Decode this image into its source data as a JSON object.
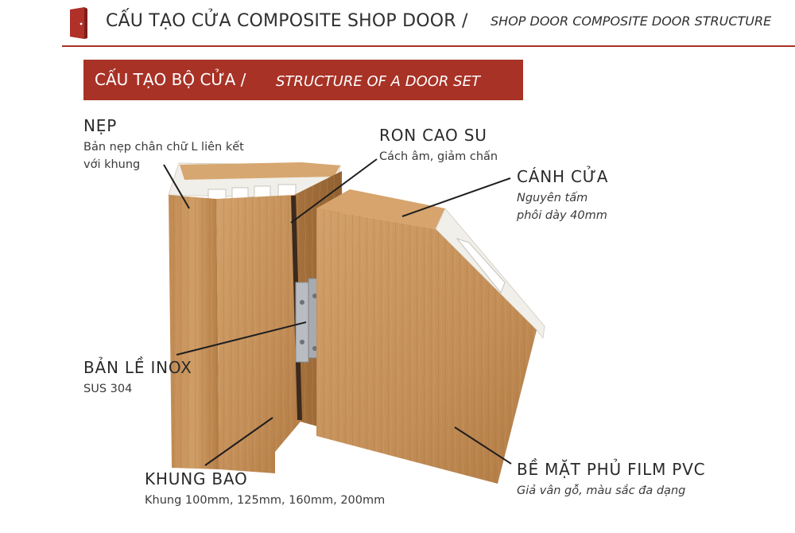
{
  "header": {
    "title": "CẤU TẠO CỬA COMPOSITE SHOP DOOR /",
    "subtitle": "SHOP DOOR COMPOSITE DOOR STRUCTURE"
  },
  "banner": {
    "title": "CẤU TẠO BỘ CỬA /",
    "subtitle": "STRUCTURE OF A DOOR SET"
  },
  "labels": {
    "nep": {
      "title": "NẸP",
      "desc1": "Bản nẹp chân chữ L liên kết",
      "desc2": "với khung"
    },
    "ron": {
      "title": "RON CAO SU",
      "desc1": "Cách âm, giảm chấn"
    },
    "canh": {
      "title": "CÁNH CỬA",
      "desc1": "Nguyên tấm",
      "desc2": "phôi dày 40mm"
    },
    "ban_le": {
      "title": "BẢN LỀ INOX",
      "desc1": "SUS 304"
    },
    "khung": {
      "title": "KHUNG BAO",
      "desc1": "Khung 100mm, 125mm, 160mm, 200mm"
    },
    "be_mat": {
      "title": "BỀ MẶT PHỦ FILM PVC",
      "desc1": "Giả vân gỗ, màu sắc đa dạng"
    }
  },
  "colors": {
    "accent": "#a83226",
    "wood_light": "#c8965e",
    "wood_dark": "#9c6a36",
    "pvc_core": "#f1efe9"
  }
}
